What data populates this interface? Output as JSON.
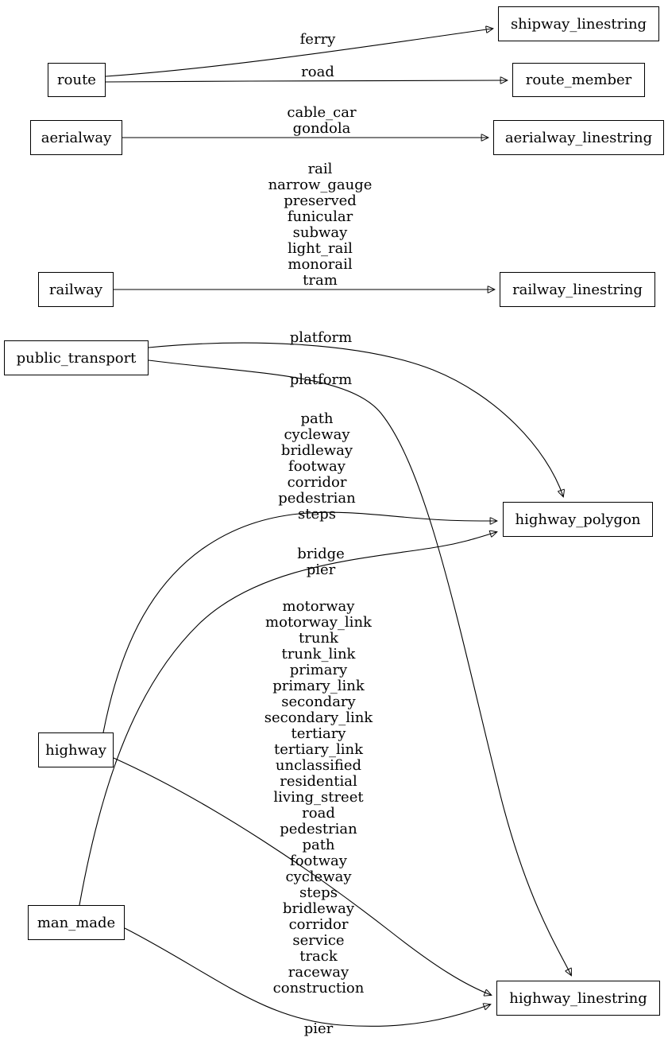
{
  "diagram": {
    "type": "graph",
    "description": "Mapping diagram from OSM tag keys to output tables",
    "nodes": {
      "route": "route",
      "shipway_linestring": "shipway_linestring",
      "route_member": "route_member",
      "aerialway": "aerialway",
      "aerialway_linestring": "aerialway_linestring",
      "railway": "railway",
      "railway_linestring": "railway_linestring",
      "public_transport": "public_transport",
      "highway_polygon": "highway_polygon",
      "highway": "highway",
      "man_made": "man_made",
      "highway_linestring": "highway_linestring"
    },
    "edges": [
      {
        "from": "route",
        "to": "shipway_linestring",
        "label": "ferry"
      },
      {
        "from": "route",
        "to": "route_member",
        "label": "road"
      },
      {
        "from": "aerialway",
        "to": "aerialway_linestring",
        "label": "cable_car\ngondola"
      },
      {
        "from": "railway",
        "to": "railway_linestring",
        "label": "rail\nnarrow_gauge\npreserved\nfunicular\nsubway\nlight_rail\nmonorail\ntram"
      },
      {
        "from": "public_transport",
        "to": "highway_polygon",
        "label": "platform"
      },
      {
        "from": "public_transport",
        "to": "highway_linestring",
        "label": "platform"
      },
      {
        "from": "highway",
        "to": "highway_polygon",
        "label": "path\ncycleway\nbridleway\nfootway\ncorridor\npedestrian\nsteps"
      },
      {
        "from": "man_made",
        "to": "highway_polygon",
        "label": "bridge\npier"
      },
      {
        "from": "highway",
        "to": "highway_linestring",
        "label": "motorway\nmotorway_link\ntrunk\ntrunk_link\nprimary\nprimary_link\nsecondary\nsecondary_link\ntertiary\ntertiary_link\nunclassified\nresidential\nliving_street\nroad\npedestrian\npath\nfootway\ncycleway\nsteps\nbridleway\ncorridor\nservice\ntrack\nraceway\nconstruction"
      },
      {
        "from": "man_made",
        "to": "highway_linestring",
        "label": "pier"
      }
    ],
    "colors": {
      "stroke": "#000000",
      "background": "#ffffff",
      "text": "#000000"
    }
  }
}
